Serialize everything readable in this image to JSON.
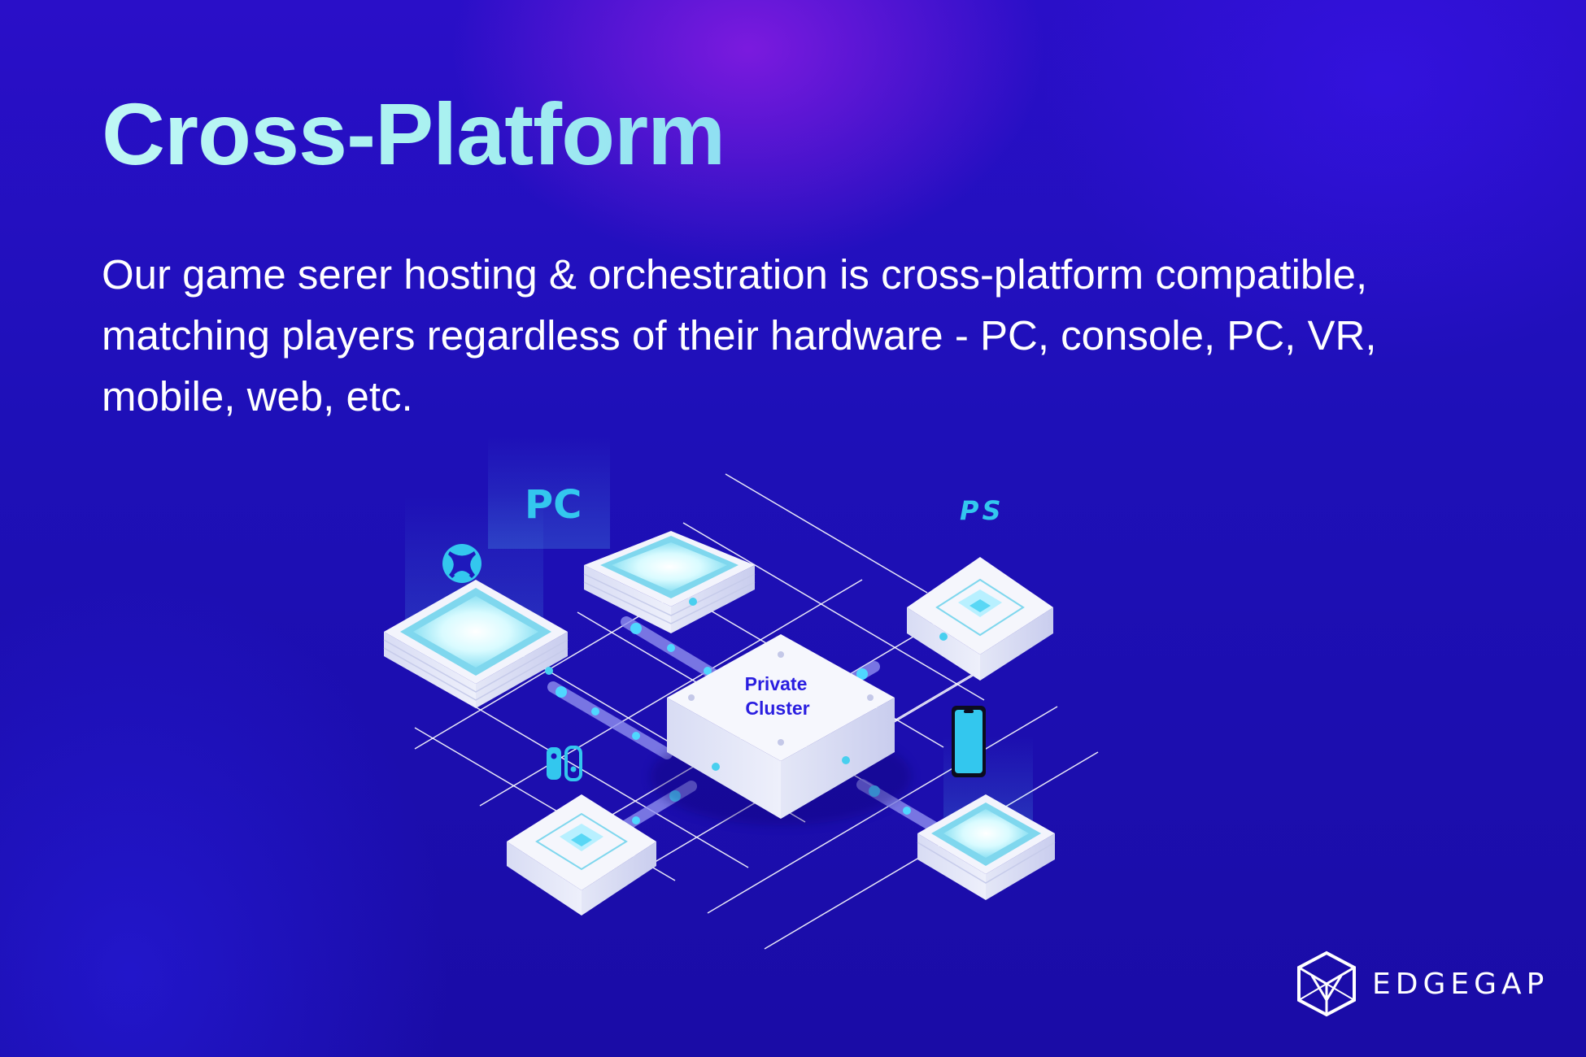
{
  "header": {
    "title": "Cross-Platform",
    "description": "Our game serer hosting & orchestration is cross-platform compatible, matching players regardless of their hardware - PC, console, PC, VR, mobile, web, etc."
  },
  "diagram": {
    "center_label_line1": "Private",
    "center_label_line2": "Cluster",
    "pc_label": "PC",
    "ps_label": "PS",
    "nodes": [
      "PC",
      "Xbox",
      "PlayStation",
      "Nintendo Switch",
      "Mobile"
    ],
    "node_icons": [
      "xbox-icon",
      "playstation-icon",
      "nintendo-switch-icon",
      "smartphone-icon"
    ]
  },
  "brand": {
    "logo_text": "EDGEGAP",
    "logo_icon": "edgegap-hexagon-icon"
  },
  "colors": {
    "title_gradient_start": "#bff7f5",
    "title_gradient_end": "#8fdff2",
    "accent_cyan": "#33c7ee",
    "center_label": "#2a1ee0",
    "background": "#1e10b8"
  }
}
